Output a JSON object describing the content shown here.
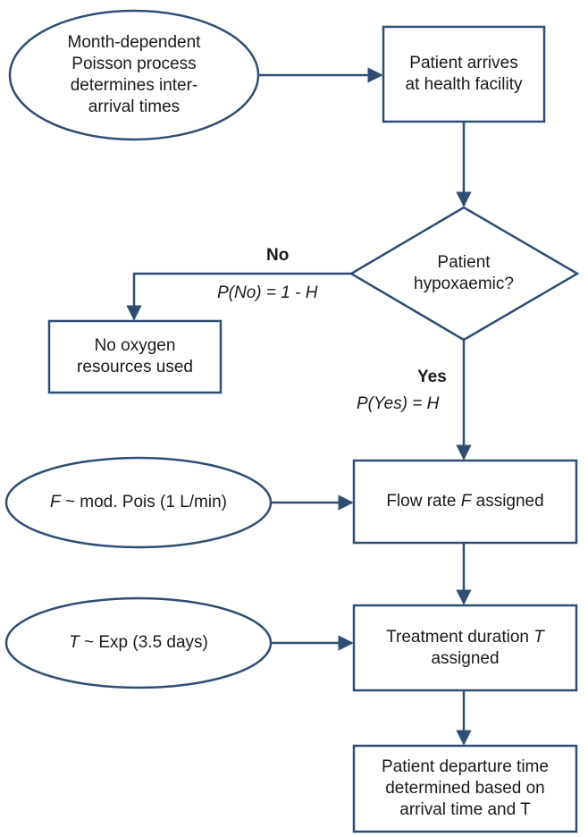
{
  "colors": {
    "stroke": "#2f4e74",
    "text": "#1a1a1a",
    "background": "#ffffff"
  },
  "nodes": {
    "poisson_process": {
      "lines": [
        "Month-dependent",
        "Poisson process",
        "determines inter-",
        "arrival times"
      ]
    },
    "patient_arrives": {
      "lines": [
        "Patient arrives",
        "at health facility"
      ]
    },
    "hypoxaemic_decision": {
      "lines": [
        "Patient",
        "hypoxaemic?"
      ]
    },
    "no_oxygen": {
      "lines": [
        "No oxygen",
        "resources used"
      ]
    },
    "flow_distribution": {
      "var": "F",
      "rest": " ~ mod. Pois (1 L/min)"
    },
    "flow_assigned": {
      "pre": "Flow rate ",
      "var": "F",
      "post": " assigned"
    },
    "duration_distribution": {
      "var": "T",
      "rest": " ~ Exp (3.5 days)"
    },
    "duration_assigned": {
      "line1_pre": "Treatment duration ",
      "line1_var": "T",
      "line2": "assigned"
    },
    "departure": {
      "lines": [
        "Patient departure time",
        "determined based on",
        "arrival time and T"
      ]
    }
  },
  "edge_labels": {
    "no": "No",
    "p_no": "P(No) = 1 - H",
    "yes": "Yes",
    "p_yes": "P(Yes) = H"
  }
}
